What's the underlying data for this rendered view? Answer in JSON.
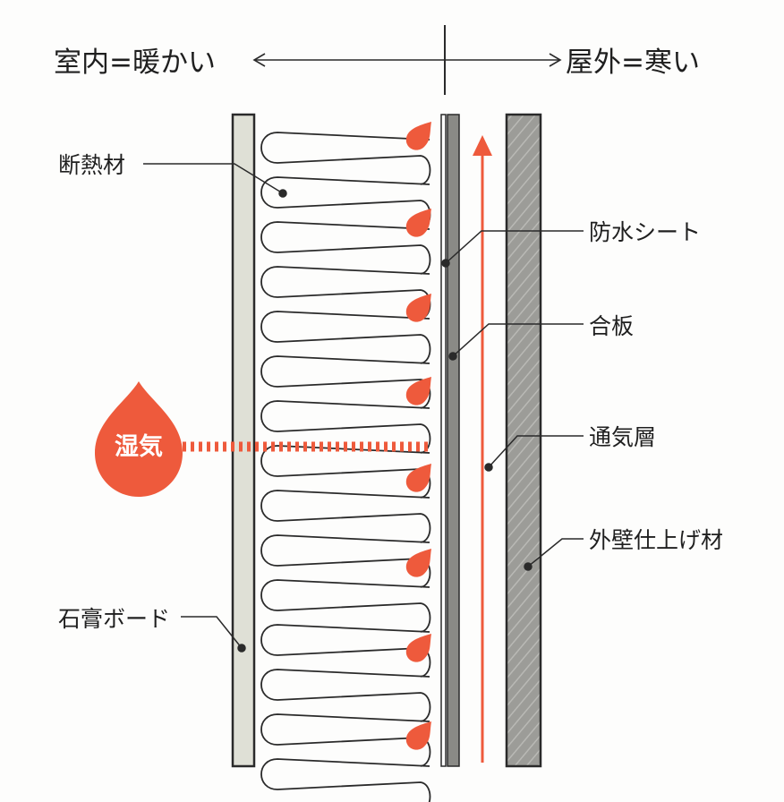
{
  "header": {
    "indoor_label": "室内=暖かい",
    "outdoor_label": "屋外=寒い"
  },
  "labels": {
    "insulation": "断熱材",
    "gypsum_board": "石膏ボード",
    "waterproof_sheet": "防水シート",
    "plywood": "合板",
    "air_layer": "通気層",
    "exterior_finish": "外壁仕上げ材",
    "moisture": "湿気"
  },
  "colors": {
    "accent_orange": "#ee5a3c",
    "line": "#2a2a2a",
    "gypsum_fill": "#dfe0d6",
    "plywood_fill": "#8a8a86",
    "exterior_fill": "#9a9a96"
  },
  "icons": [
    "moisture-drop-icon",
    "condensation-drop-icon",
    "airflow-arrow-icon",
    "double-arrow-icon"
  ]
}
